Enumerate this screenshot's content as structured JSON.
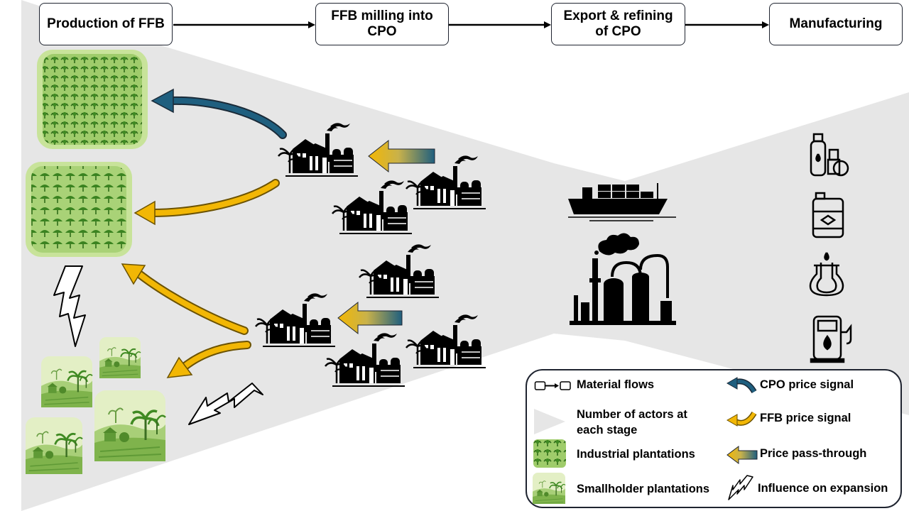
{
  "stages": [
    {
      "label": "Production of FFB"
    },
    {
      "label": "FFB milling into CPO"
    },
    {
      "label": "Export & refining of CPO"
    },
    {
      "label": "Manufacturing"
    }
  ],
  "legend": {
    "material_flows": "Material flows",
    "cpo_price_signal": "CPO price signal",
    "actors": "Number of actors at each stage",
    "ffb_price_signal": "FFB price signal",
    "industrial": "Industrial plantations",
    "pass_through": "Price pass-through",
    "smallholder": "Smallholder plantations",
    "expansion": "Influence on expansion"
  },
  "colors": {
    "cpo_signal": "#1f5f7f",
    "ffb_signal": "#f2b705",
    "funnel": "#e6e6e6",
    "industrial_green": "#6cad32",
    "smallholder_green": "#cfe3a6",
    "icon": "#000000"
  },
  "icons": [
    "palm-plantation-icon",
    "smallholder-farm-icon",
    "palm-oil-mill-icon",
    "cargo-ship-icon",
    "refinery-icon",
    "cosmetics-icon",
    "detergent-icon",
    "chemicals-icon",
    "fuel-pump-icon"
  ]
}
